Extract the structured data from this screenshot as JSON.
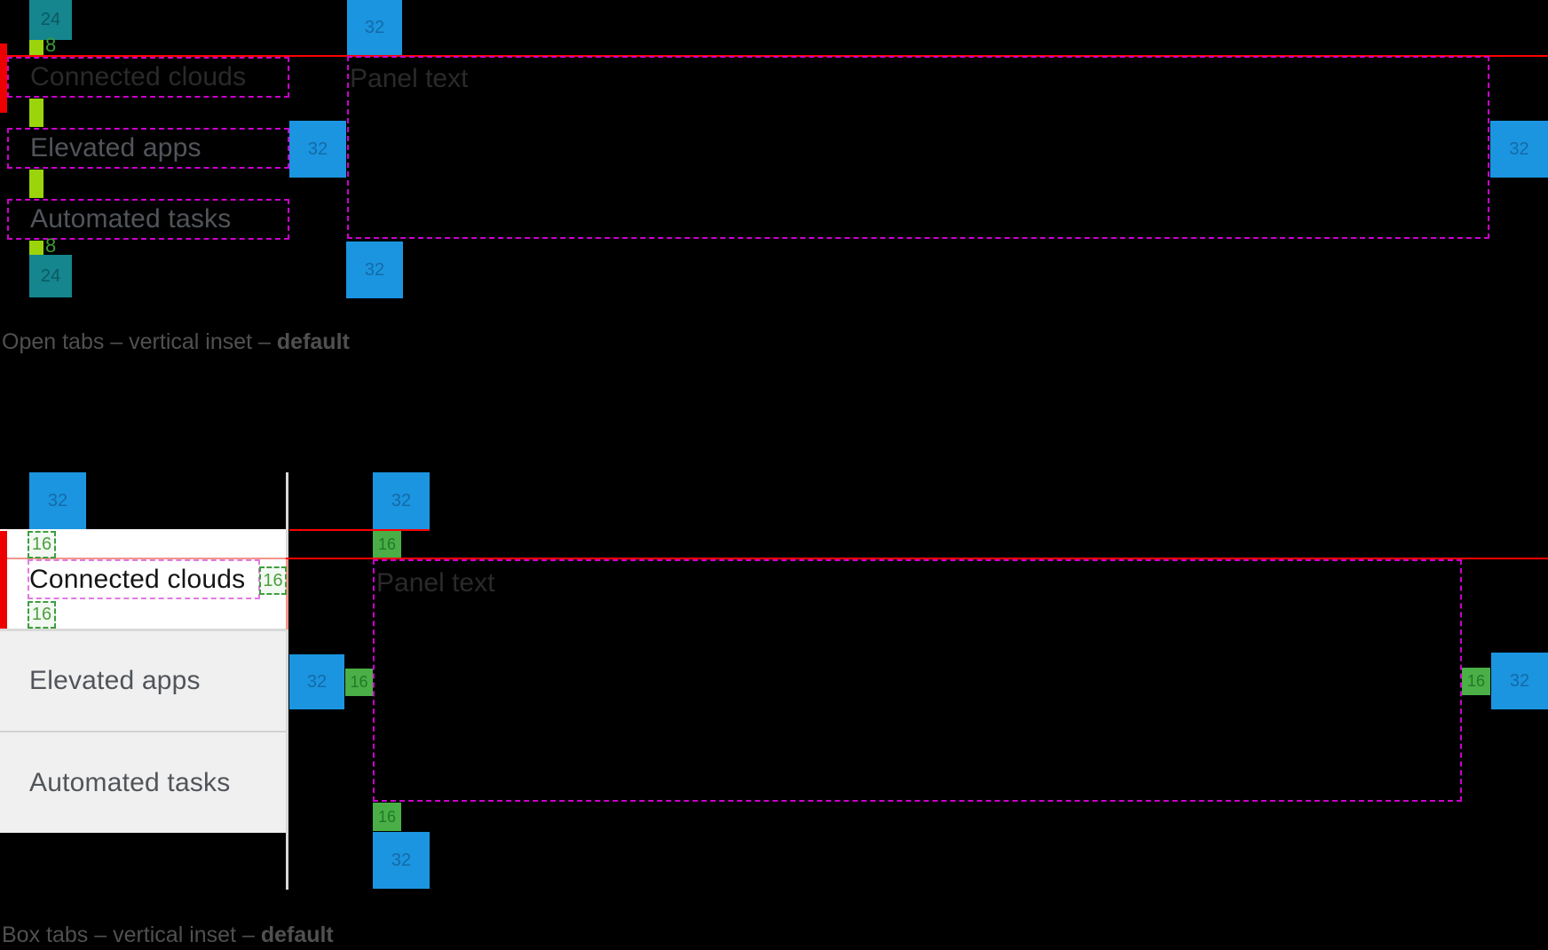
{
  "tokens": {
    "s8": "8",
    "s16": "16",
    "s24": "24",
    "s32": "32"
  },
  "sections": {
    "open": {
      "caption": "Open tabs – vertical inset – ",
      "caption_bold": "default",
      "tabs": [
        "Connected clouds",
        "Elevated apps",
        "Automated tasks"
      ],
      "panel_text": "Panel text"
    },
    "box": {
      "caption": "Box tabs – vertical inset – ",
      "caption_bold": "default",
      "tabs": [
        "Connected clouds",
        "Elevated apps",
        "Automated tasks"
      ],
      "panel_text": "Panel text"
    }
  },
  "colors": {
    "background": "#000000",
    "redline": "#fe0000",
    "red_bar": "#ee0000",
    "magenta_dash": "#cd00cd",
    "pink_dash": "#e07be0",
    "lime": "#9bd40a",
    "teal": "#15858e",
    "teal_text": "#0a5a60",
    "blue": "#1b95e0",
    "blue_text": "#146aa8",
    "green": "#4aaf46",
    "green_text": "#1f7a28",
    "green_dash": "#3f9e3f",
    "green_label": "#4f9e3f",
    "salmon": "#f2968c",
    "caption": "#505050",
    "tab_selected_open": "#2a2a2a",
    "tab_unselected": "#51555a",
    "tab_selected_box": "#151515",
    "panel_text": "#2a2a2a",
    "white_box": "#ffffff",
    "gray_box": "#f0f0f0",
    "divider": "#d2d2d2"
  }
}
